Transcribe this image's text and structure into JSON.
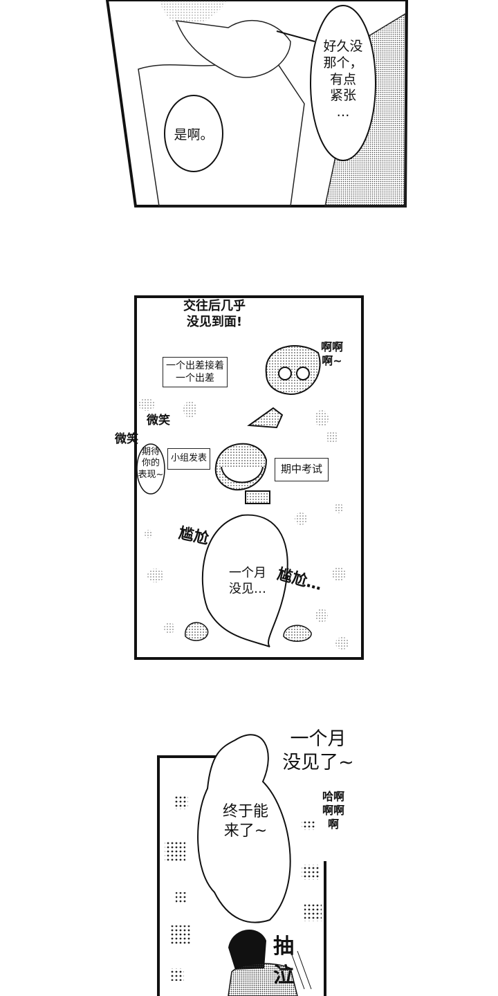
{
  "panels": [
    {
      "bubbles": [
        {
          "text": "好久没\n那个，\n有点\n紧张\n…"
        },
        {
          "text": "是啊。"
        }
      ]
    },
    {
      "title": "交往后几乎\n没见到面!",
      "sfx_ahh": "啊啊\n啊~",
      "box_business_trip": "一个出差接着\n一个出差",
      "sfx_smile_1": "微笑",
      "sfx_smile_2": "微笑",
      "bubble_expect": "期待\n你的\n表现~",
      "box_group_presentation": "小组发表",
      "box_midterm": "期中考试",
      "sfx_awkward_1": "尴尬",
      "sfx_awkward_2": "尴尬…",
      "bubble_month": "一个月\n没见…"
    },
    {
      "sfx_month": "一个月\n没见了~",
      "sfx_haha": "哈啊\n啊啊\n啊",
      "bubble_finally": "终于能\n来了~",
      "sfx_sob": "抽\n泣"
    }
  ],
  "colors": {
    "ink": "#111111",
    "screentone": "#9a9a9a",
    "paper": "#ffffff"
  }
}
